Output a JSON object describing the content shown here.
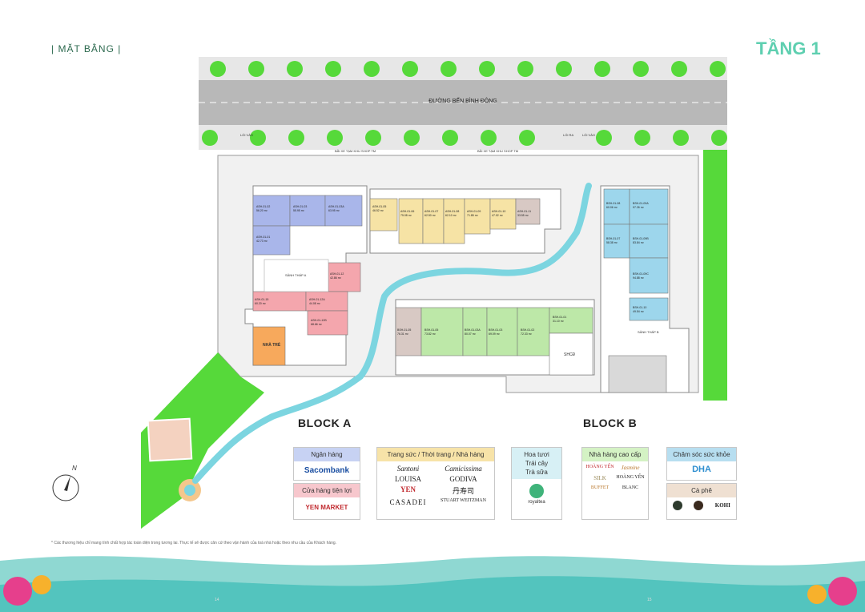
{
  "header": {
    "left": "| MẶT BẰNG |",
    "right": "TẦNG 1"
  },
  "road": {
    "name": "ĐƯỜNG BẾN BÌNH ĐÔNG",
    "lane_left": "LỐI VÀO",
    "lane_right": "LỐI RA",
    "lane_right2": "LỐI VÀO",
    "parking_a": "BÃI XE TẠM KHU SHOP TM",
    "parking_b": "BÃI XE TẠM KHU SHOP TM"
  },
  "blocks": {
    "a": "BLOCK A",
    "b": "BLOCK B"
  },
  "areas": {
    "hall_a": "SẢNH THÁP A",
    "hall_b": "SẢNH THÁP B",
    "nha_tre": "NHÀ TRẺ",
    "shcd": "SHCĐ"
  },
  "units": [
    {
      "id": "ASH-01-02",
      "area": "56.20 m²",
      "color": "#a9b6ea"
    },
    {
      "id": "ASH-01-03",
      "area": "55.95 m²",
      "color": "#a9b6ea"
    },
    {
      "id": "ASH-01-03A",
      "area": "63.95 m²",
      "color": "#a9b6ea"
    },
    {
      "id": "ASH-01-01",
      "area": "42.73 m²",
      "color": "#a9b6ea"
    },
    {
      "id": "ASH-01-05",
      "area": "46.52 m²",
      "color": "#f6e3a5"
    },
    {
      "id": "ASH-01-06",
      "area": "75.08 m²",
      "color": "#f6e3a5"
    },
    {
      "id": "ASH-01-07",
      "area": "62.50 m²",
      "color": "#f6e3a5"
    },
    {
      "id": "ASH-01-08",
      "area": "62.10 m²",
      "color": "#f6e3a5"
    },
    {
      "id": "ASH-01-09",
      "area": "71.85 m²",
      "color": "#f6e3a5"
    },
    {
      "id": "ASH-01-10",
      "area": "47.02 m²",
      "color": "#f6e3a5"
    },
    {
      "id": "ASH-01-11",
      "area": "33.55 m²",
      "color": "#d8c9c4"
    },
    {
      "id": "ASH-01-12",
      "area": "42.86 m²",
      "color": "#f4a6ad"
    },
    {
      "id": "ASH-01-15",
      "area": "60.20 m²",
      "color": "#f4a6ad"
    },
    {
      "id": "ASH-01-12A",
      "area": "44.08 m²",
      "color": "#f4a6ad"
    },
    {
      "id": "ASH-01-12B",
      "area": "68.66 m²",
      "color": "#f4a6ad"
    },
    {
      "id": "BSH-01-05",
      "area": "76.31 m²",
      "color": "#d8c9c4"
    },
    {
      "id": "BSH-01-05",
      "area": "73.82 m²",
      "color": "#bde8a8"
    },
    {
      "id": "BSH-01-03A",
      "area": "80.07 m²",
      "color": "#bde8a8"
    },
    {
      "id": "BSH-01-03",
      "area": "69.09 m²",
      "color": "#bde8a8"
    },
    {
      "id": "BSH-01-02",
      "area": "72.33 m²",
      "color": "#bde8a8"
    },
    {
      "id": "BSH-01-01",
      "area": "31.10 m²",
      "color": "#bde8a8"
    },
    {
      "id": "BSH-01-08",
      "area": "60.06 m²",
      "color": "#9dd6ec"
    },
    {
      "id": "BSH-01-09A",
      "area": "97.26 m²",
      "color": "#9dd6ec"
    },
    {
      "id": "BSH-01-07",
      "area": "58.38 m²",
      "color": "#9dd6ec"
    },
    {
      "id": "BSH-01-09B",
      "area": "83.84 m²",
      "color": "#9dd6ec"
    },
    {
      "id": "BSH-01-09C",
      "area": "94.88 m²",
      "color": "#9dd6ec"
    },
    {
      "id": "BSH-01-10",
      "area": "49.54 m²",
      "color": "#9dd6ec"
    }
  ],
  "legend": {
    "bank": {
      "title": "Ngân hàng",
      "brand": "Sacombank"
    },
    "store": {
      "title": "Cửa hàng tiện lợi",
      "brand": "YEN MARKET"
    },
    "fashion": {
      "title": "Trang sức / Thời trang / Nhà hàng",
      "brands": [
        "Santoni",
        "Camicissima",
        "LOUISA",
        "GODIVA",
        "YEN",
        "丹寿司",
        "CASADEI",
        "STUART WEITZMAN"
      ]
    },
    "fruit": {
      "title": "Hoa tươi\nTrái cây\nTrà sữa",
      "brand": "royaltea"
    },
    "restaurant": {
      "title": "Nhà hàng cao cấp",
      "brands": [
        "HOÀNG YẾN",
        "Jasmine",
        "SILK",
        "HOÀNG YẾN",
        "BUFFET",
        "BLANC"
      ]
    },
    "health": {
      "title": "Chăm sóc sức khỏe",
      "brands": [
        "DHA"
      ]
    },
    "cafe": {
      "title": "Cà phê",
      "brands": [
        "KOHI"
      ]
    }
  },
  "footnote": "* Các thương hiệu chỉ mang tính chất hợp tác toàn diện trong tương lai. Thực tế sẽ được căn cứ theo vận hành của toà nhà hoặc theo nhu cầu của Khách hàng.",
  "page_left": "14",
  "page_right": "15",
  "colors": {
    "teal": "#5ecfb0",
    "green": "#56d93a",
    "road": "#b5b5b5",
    "water": "#7cd5e0"
  }
}
